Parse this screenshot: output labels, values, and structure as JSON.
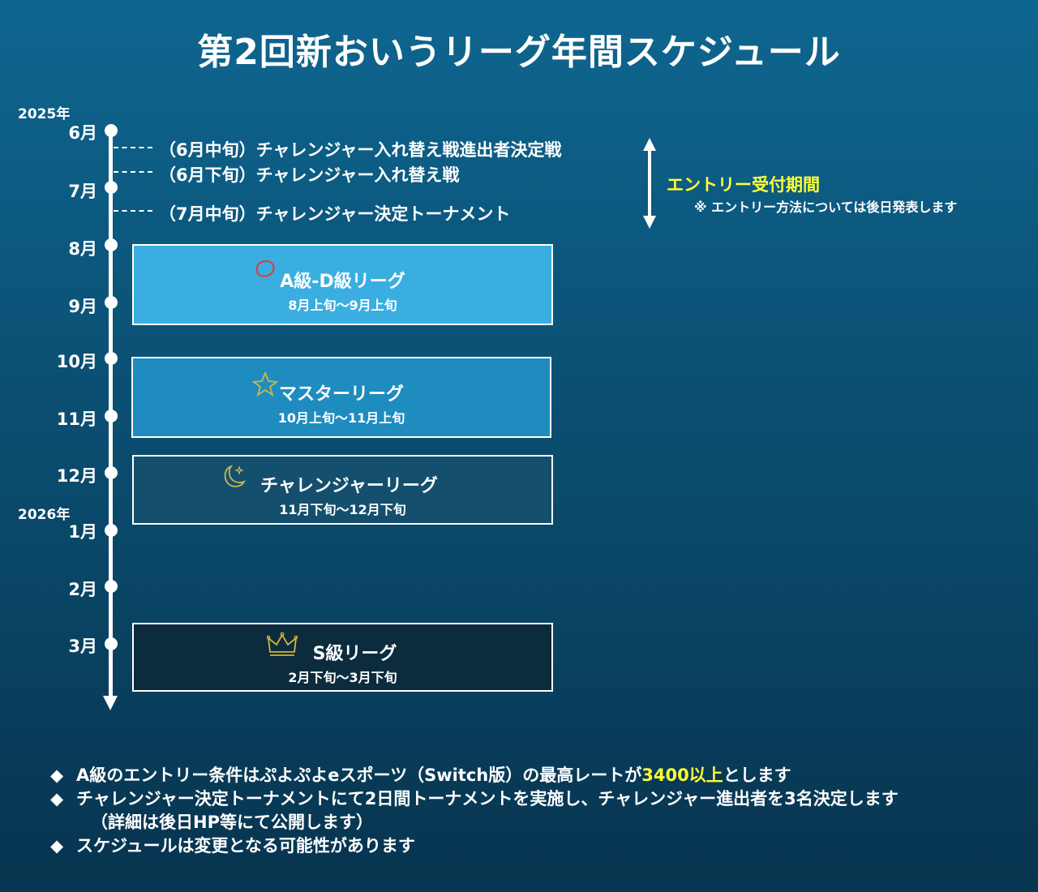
{
  "title": "第2回新おいうリーグ年間スケジュール",
  "timeline": {
    "years": [
      "2025年",
      "2026年"
    ],
    "months": [
      "6月",
      "7月",
      "8月",
      "9月",
      "10月",
      "11月",
      "12月",
      "1月",
      "2月",
      "3月"
    ]
  },
  "events": [
    "（6月中旬）チャレンジャー入れ替え戦進出者決定戦",
    "（6月下旬）チャレンジャー入れ替え戦",
    "（7月中旬）チャレンジャー決定トーナメント"
  ],
  "entry": {
    "title": "エントリー受付期間",
    "note": "※ エントリー方法については後日発表します"
  },
  "leagues": [
    {
      "name": "A級-D級リーグ",
      "period": "8月上旬〜9月上旬",
      "color": "#3aaee0",
      "icon": "circle-icon"
    },
    {
      "name": "マスターリーグ",
      "period": "10月上旬〜11月上旬",
      "color": "#1f8cc0",
      "icon": "star-icon"
    },
    {
      "name": "チャレンジャーリーグ",
      "period": "11月下旬〜12月下旬",
      "color": "#144f6e",
      "icon": "moon-icon"
    },
    {
      "name": "S級リーグ",
      "period": "2月下旬〜3月下旬",
      "color": "#0c2b3d",
      "icon": "crown-icon"
    }
  ],
  "notes": {
    "bullet": "◆",
    "line1_pre": "A級のエントリー条件はぷよぷよeスポーツ（Switch版）の最高レートが",
    "line1_highlight": "3400以上",
    "line1_post": "とします",
    "line2": "チャレンジャー決定トーナメントにて2日間トーナメントを実施し、チャレンジャー進出者を3名決定します",
    "line2_cont": "（詳細は後日HP等にて公開します）",
    "line3": "スケジュールは変更となる可能性があります"
  },
  "colors": {
    "highlight": "#ffff33",
    "background_top": "#0e6690",
    "background_bottom": "#07344f"
  }
}
